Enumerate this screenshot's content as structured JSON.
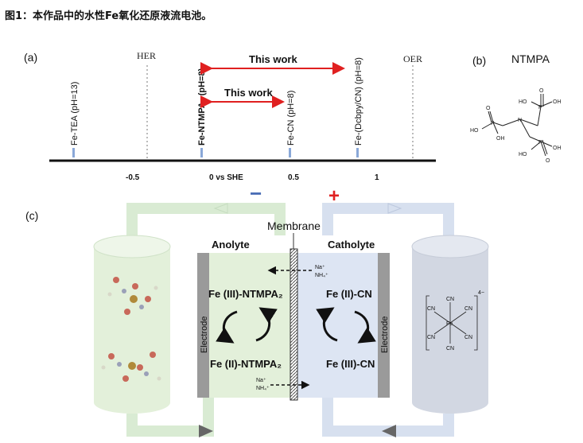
{
  "caption": "图1：本作品中的水性Fe氧化还原液流电池。",
  "panel_a": {
    "label": "(a)",
    "her": "HER",
    "oer": "OER",
    "this_work_top": "This work",
    "this_work_mid": "This work",
    "ticks": [
      "-0.5",
      "0 vs SHE",
      "0.5",
      "1"
    ],
    "species": {
      "tea": "Fe-TEA (pH=13)",
      "ntmpa": "Fe-NTMPA₂ (pH=8)",
      "cn": "Fe-CN (pH=8)",
      "dcbpy": "Fe-(Dcbpy/CN) (pH=8)"
    }
  },
  "panel_b": {
    "label": "(b)",
    "title": "NTMPA",
    "atoms": {
      "p": "P",
      "n": "N",
      "o": "O",
      "oh": "OH",
      "ho": "HO"
    }
  },
  "panel_c": {
    "label": "(c)",
    "minus": "−",
    "plus": "+",
    "membrane": "Membrane",
    "anolyte": "Anolyte",
    "catholyte": "Catholyte",
    "electrode": "Electrode",
    "ions_top": [
      "Na⁺",
      "NH₄⁺"
    ],
    "ions_bottom": [
      "Na⁺",
      "NH₄⁺"
    ],
    "anolyte_species": [
      "Fe (III)-NTMPA₂",
      "Fe (II)-NTMPA₂"
    ],
    "catholyte_species": [
      "Fe (II)-CN",
      "Fe (III)-CN"
    ],
    "complex_ligand": "CN",
    "complex_center": "Fe",
    "complex_charge": "4−"
  },
  "colors": {
    "anode_loop": "#d9ebd3",
    "cathode_loop": "#d7e0ef",
    "anolyte_fill": "#e3f0da",
    "catholyte_fill": "#dde5f3",
    "electrode": "#9a9a9a",
    "minus": "#4a6db5",
    "plus": "#e02020",
    "arrow_red": "#e02020",
    "tick_blue": "#8aa8d8"
  }
}
